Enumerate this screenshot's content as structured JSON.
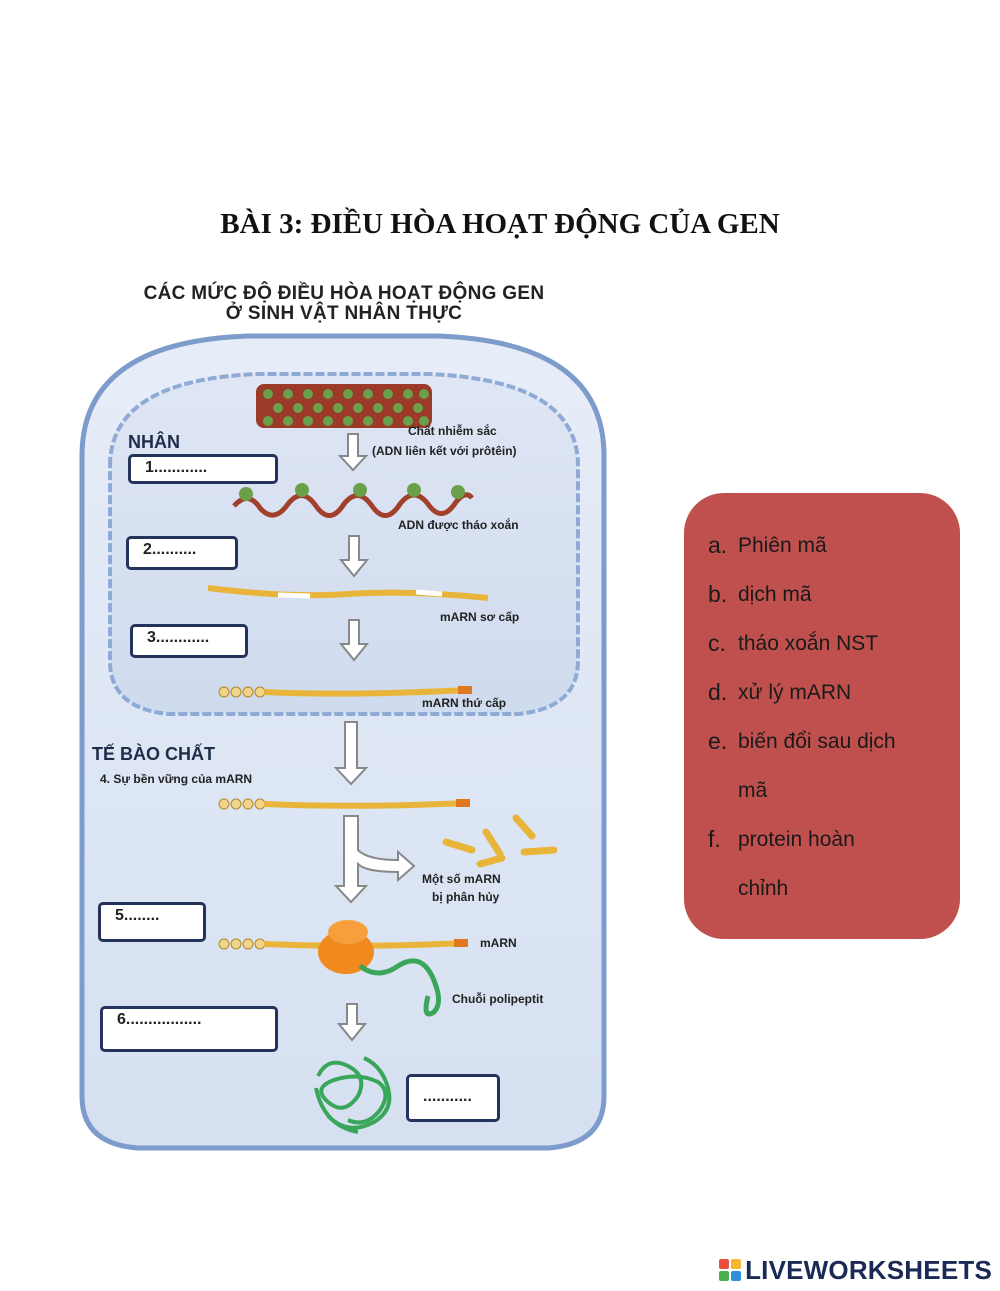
{
  "page_title": "BÀI 3: ĐIỀU HÒA HOẠT ĐỘNG CỦA GEN",
  "figure": {
    "title_line1": "CÁC MỨC ĐỘ ĐIỀU HÒA HOẠT ĐỘNG GEN",
    "title_line2": "Ở SINH VẬT NHÂN THỰC",
    "nucleus_label": "NHÂN",
    "cytoplasm_label": "TẾ BÀO CHẤT",
    "cytoplasm_sub": "4. Sự bền vững của mARN",
    "labels": {
      "chromatin_1": "Chất nhiễm sắc",
      "chromatin_2": "(ADN liên kết với prôtêin)",
      "dna_uncoiled": "ADN được tháo xoắn",
      "primary_mrna": "mARN sơ cấp",
      "secondary_mrna": "mARN thứ cấp",
      "degraded_1": "Một số mARN",
      "degraded_2": "bị phân hủy",
      "mrna": "mARN",
      "polypeptide": "Chuỗi polipeptit"
    },
    "blanks": [
      "1............",
      "2..........",
      "3............",
      "5........",
      "6.................",
      "..........."
    ]
  },
  "options": [
    {
      "key": "a.",
      "text": "Phiên mã"
    },
    {
      "key": "b.",
      "text": "dịch mã"
    },
    {
      "key": "c.",
      "text": "tháo xoắn NST"
    },
    {
      "key": "d.",
      "text": "xử lý mARN"
    },
    {
      "key": "e.",
      "text": "biến đổi sau dịch"
    },
    {
      "key": "",
      "text": "mã"
    },
    {
      "key": "f.",
      "text": " protein hoàn"
    },
    {
      "key": "",
      "text": "chỉnh"
    }
  ],
  "footer": {
    "brand": "LIVEWORKSHEETS"
  },
  "colors": {
    "options_bg": "#c0504d",
    "cell_fill": "#dfe7f4",
    "cell_border": "#7d9ccc",
    "mrna": "#e8b53a",
    "ribosome": "#f08a1e",
    "protein": "#3aa65a",
    "blank_border": "#25325a"
  }
}
